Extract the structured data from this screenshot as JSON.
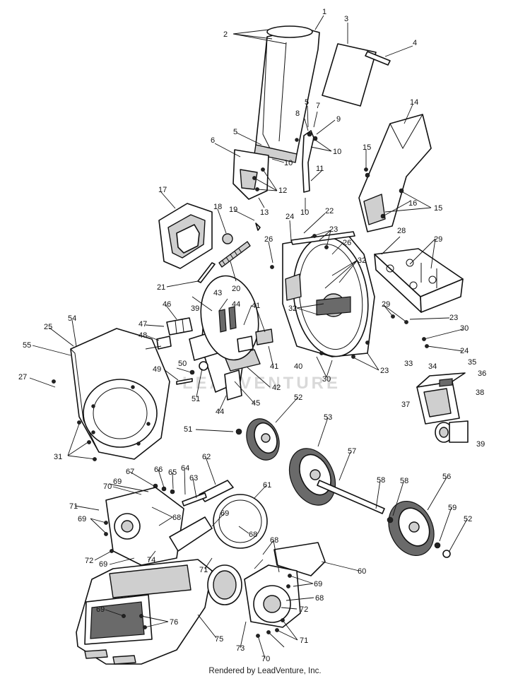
{
  "footer": {
    "credit": "Rendered by LeadVenture, Inc."
  },
  "watermark": {
    "text": "LEADVENTURE"
  },
  "callouts": [
    "1",
    "2",
    "3",
    "4",
    "5",
    "5",
    "6",
    "7",
    "8",
    "9",
    "10",
    "10",
    "10",
    "11",
    "12",
    "13",
    "14",
    "15",
    "15",
    "16",
    "17",
    "18",
    "19",
    "20",
    "21",
    "22",
    "23",
    "23",
    "23",
    "24",
    "24",
    "25",
    "26",
    "26",
    "27",
    "28",
    "29",
    "29",
    "30",
    "30",
    "31",
    "32",
    "32",
    "33",
    "34",
    "35",
    "36",
    "37",
    "38",
    "39",
    "39",
    "40",
    "41",
    "41",
    "42",
    "43",
    "44",
    "44",
    "45",
    "46",
    "47",
    "48",
    "49",
    "50",
    "51",
    "51",
    "52",
    "52",
    "53",
    "54",
    "55",
    "56",
    "57",
    "58",
    "58",
    "59",
    "60",
    "61",
    "62",
    "63",
    "64",
    "65",
    "66",
    "67",
    "68",
    "68",
    "68",
    "68",
    "69",
    "69",
    "69",
    "69",
    "69",
    "69",
    "70",
    "70",
    "71",
    "71",
    "71",
    "72",
    "72",
    "73",
    "74",
    "75",
    "76"
  ]
}
